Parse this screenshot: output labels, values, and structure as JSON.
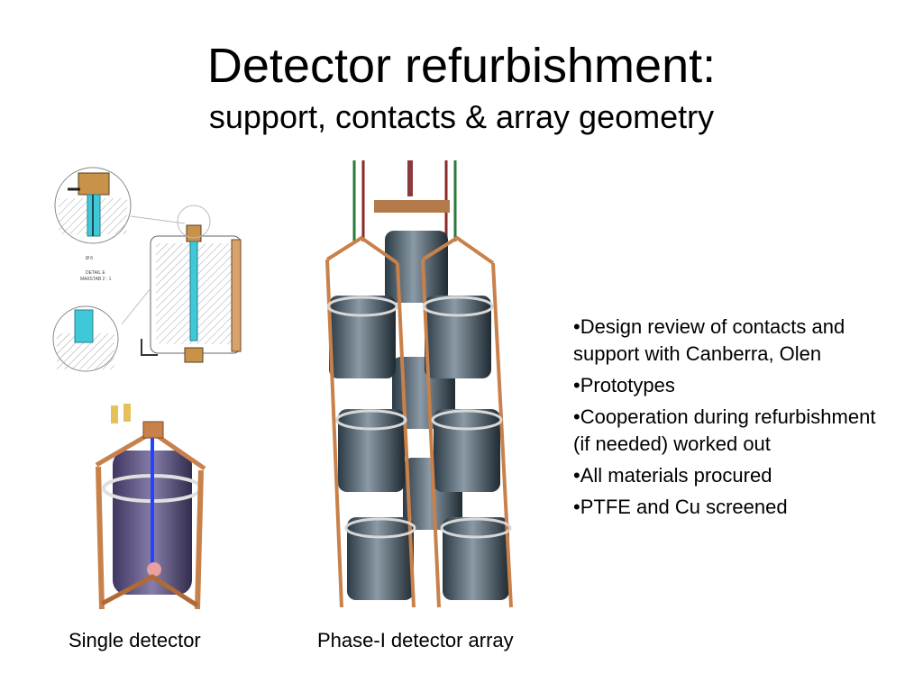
{
  "slide": {
    "title": "Detector refurbishment:",
    "subtitle": "support, contacts & array geometry"
  },
  "drawing": {
    "detail_label_1": "DETAIL E",
    "detail_label_2": "MAßSTAB 2 : 1",
    "dim_1": "Ø 6"
  },
  "bullets": [
    "•Design review of contacts and support with Canberra, Olen",
    "•Prototypes",
    "•Cooperation during refurbishment (if needed) worked out",
    "•All materials procured",
    "•PTFE and Cu screened"
  ],
  "captions": {
    "single": "Single detector",
    "array": "Phase-I detector array"
  },
  "colors": {
    "copper": "#c8814a",
    "steel": "#5b6b76",
    "ptfe": "#f2f2f2",
    "cyan": "#3fc8d8"
  }
}
